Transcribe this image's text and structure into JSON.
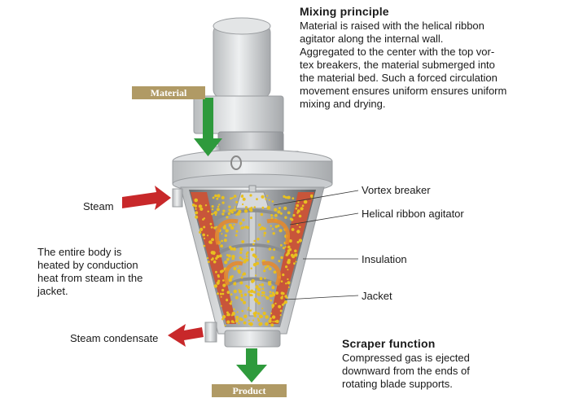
{
  "mixing": {
    "heading": "Mixing principle",
    "lines": [
      "Material is raised with the helical ribbon",
      "agitator along the internal wall.",
      "Aggregated to the center with the top vor-",
      "tex breakers, the material submerged into",
      "the material bed. Such a forced circulation",
      "movement ensures uniform ensures uniform",
      "mixing and drying."
    ]
  },
  "scraper": {
    "heading": "Scraper function",
    "lines": [
      "Compressed gas is ejected",
      "downward from the ends of",
      "rotating blade supports."
    ]
  },
  "heating_note": {
    "lines": [
      "The entire body is",
      "heated by conduction",
      "heat from steam in the",
      "jacket."
    ]
  },
  "tags": {
    "material": "Material",
    "product": "Product"
  },
  "labels": {
    "steam": "Steam",
    "steam_condensate": "Steam condensate",
    "vortex_breaker": "Vortex breaker",
    "helical_ribbon_agitator": "Helical ribbon agitator",
    "insulation": "Insulation",
    "jacket": "Jacket"
  },
  "colors": {
    "inflow_arrow": "#2e9a3c",
    "steam_arrow": "#c8282a",
    "jacket": "#c8553a",
    "material_particles": "#e8c020",
    "tag_background": "#b09a65"
  }
}
